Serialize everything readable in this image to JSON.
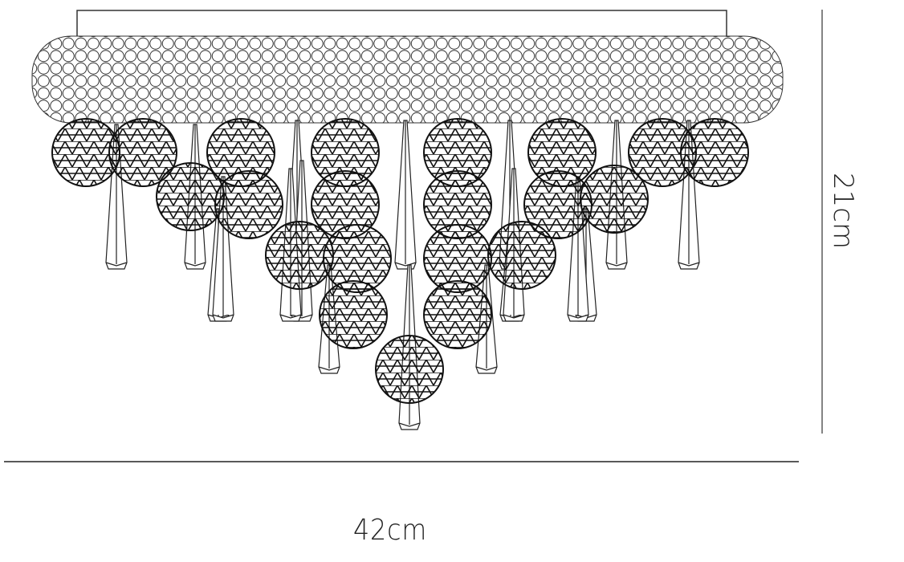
{
  "diagram": {
    "subject": "crystal flush ceiling light line drawing",
    "colors": {
      "line": "#222222",
      "background": "#ffffff"
    },
    "dimensions": {
      "width": {
        "label": "42cm",
        "orientation": "horizontal"
      },
      "height": {
        "label": "21cm",
        "orientation": "vertical"
      }
    },
    "components": {
      "mounting_plate": "ceiling-mount-bracket",
      "bead_band_rows": 7,
      "crystal_spheres": 21,
      "crystal_drops": 18
    }
  }
}
